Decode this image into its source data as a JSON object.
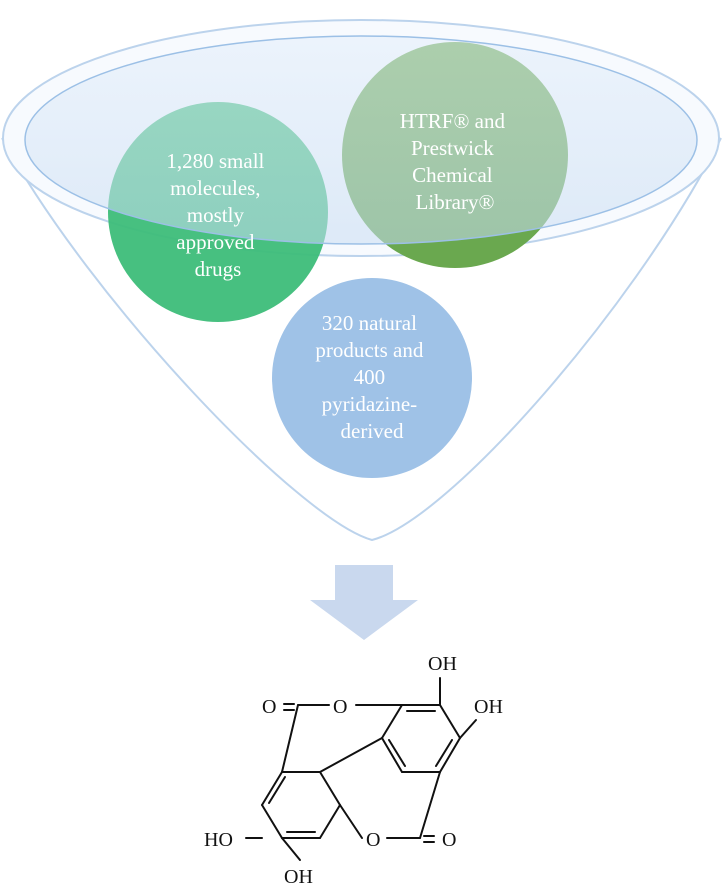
{
  "funnel": {
    "circles": [
      {
        "id": "green",
        "color": "#3dbd79",
        "lines": [
          "1,280 small",
          "molecules,",
          "mostly",
          "approved",
          "drugs"
        ]
      },
      {
        "id": "olive",
        "color": "#6aa84f",
        "lines": [
          "HTRF® and",
          "Prestwick",
          "Chemical",
          "Library®"
        ]
      },
      {
        "id": "blue",
        "color": "#9fc2e7",
        "lines": [
          "320 natural",
          "products and",
          "400",
          "pyridazine-",
          "derived"
        ]
      }
    ]
  },
  "arrow": {
    "color": "#c9d8ee"
  },
  "molecule": {
    "labels": {
      "o_top": "O",
      "o_left": "O",
      "oh_top": "OH",
      "oh_right": "OH",
      "o_bottom": "O",
      "o_right": "O",
      "ho_left": "HO",
      "oh_bottom": "OH"
    }
  }
}
